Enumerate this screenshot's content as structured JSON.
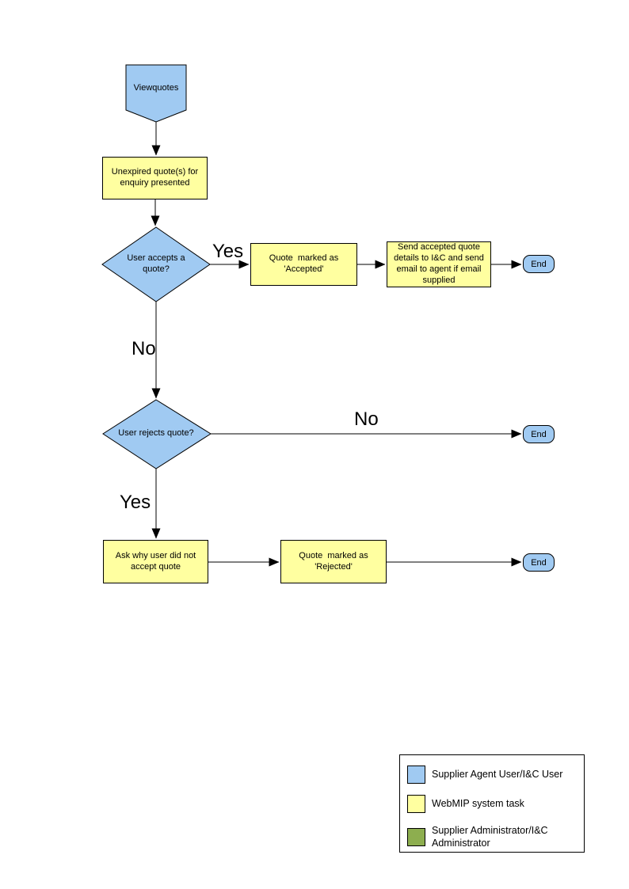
{
  "colors": {
    "agent_user_fill": "#A0CAF2",
    "system_task_fill": "#FFFFA0",
    "admin_fill": "#8DAE4F",
    "stroke": "#000000"
  },
  "flowchart": {
    "start": {
      "label": "Viewquotes"
    },
    "unexpired_quotes": {
      "label": "Unexpired quote(s) for enquiry presented"
    },
    "user_accepts": {
      "label": "User accepts a quote?"
    },
    "quote_accepted": {
      "label": "Quote  marked as 'Accepted'"
    },
    "send_details": {
      "label": "Send accepted quote details to I&C and send email to agent if email supplied"
    },
    "user_rejects": {
      "label": "User rejects quote?"
    },
    "ask_why": {
      "label": "Ask why user did not accept quote"
    },
    "quote_rejected": {
      "label": "Quote  marked as 'Rejected'"
    },
    "end": {
      "label": "End"
    },
    "edge_labels": {
      "accepts_yes": "Yes",
      "accepts_no": "No",
      "rejects_no": "No",
      "rejects_yes": "Yes"
    }
  },
  "legend": {
    "items": [
      {
        "label": "Supplier Agent User/I&C User",
        "color": "#A0CAF2"
      },
      {
        "label": "WebMIP system task",
        "color": "#FFFFA0"
      },
      {
        "label": "Supplier Administrator/I&C Administrator",
        "color": "#8DAE4F"
      }
    ]
  }
}
